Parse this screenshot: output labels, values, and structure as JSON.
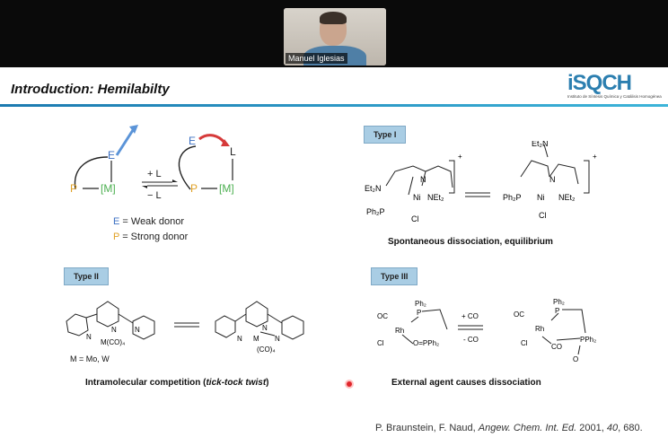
{
  "video": {
    "participant_name": "Manuel Iglesias"
  },
  "slide": {
    "title": "Introduction: Hemilabilty",
    "logo": {
      "text_main": "iSQCH",
      "text_sub": "Instituto de Síntesis Química y Catálisis Homogénea"
    },
    "scheme_top_left": {
      "atoms": {
        "E": "E",
        "P": "P",
        "M": "[M]",
        "L": "L"
      },
      "plus_L": "+ L",
      "minus_L": "− L",
      "legend_E_key": "E",
      "legend_E": " = Weak donor",
      "legend_P_key": "P",
      "legend_P": " = Strong donor"
    },
    "type1": {
      "tag": "Type I",
      "caption": "Spontaneous dissociation, equilibrium",
      "labels": {
        "et2n": "Et₂N",
        "ni": "Ni",
        "net2": "NEt₂",
        "ph2p": "Ph₂P",
        "cl": "Cl",
        "n": "N",
        "plus": "+"
      }
    },
    "type2": {
      "tag": "Type II",
      "caption_main": "Intramolecular competition (",
      "caption_italic": "tick-tock twist",
      "caption_end": ")",
      "m_label": "M = Mo, W",
      "labels": {
        "n": "N",
        "mco4": "M(CO)₄",
        "m": "M",
        "co4": "(CO)₄"
      }
    },
    "type3": {
      "tag": "Type III",
      "caption": "External agent causes dissociation",
      "labels": {
        "ph2": "Ph₂",
        "p": "P",
        "oc": "OC",
        "rh": "Rh",
        "cl": "Cl",
        "opph2": "O=PPh₂",
        "pph2": "PPh₂",
        "o": "O",
        "co": "CO",
        "plus_co": "+ CO",
        "minus_co": "- CO"
      }
    },
    "reference": {
      "authors": "P. Braunstein, F. Naud, ",
      "journal": "Angew. Chem. Int. Ed.",
      "year": " 2001, ",
      "volume": "40",
      "pages": ", 680."
    }
  },
  "colors": {
    "E": "#3b6fc2",
    "P": "#e0a126",
    "M": "#4caf50",
    "accent": "#2c7fb0"
  }
}
